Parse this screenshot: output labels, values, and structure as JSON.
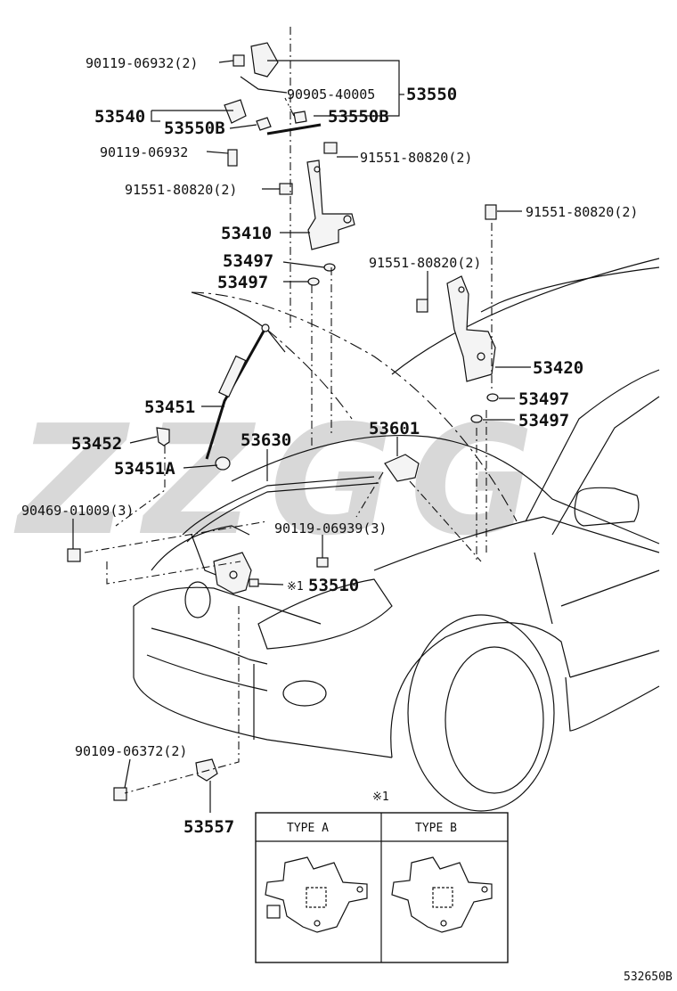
{
  "watermark": "ZZGG",
  "part_labels": {
    "p1": "90119-06932(2)",
    "p2": "90905-40005",
    "p3": "53550",
    "p4": "53540",
    "p5": "53550B",
    "p6": "53550B",
    "p7": "90119-06932",
    "p8": "91551-80820(2)",
    "p9": "91551-80820(2)",
    "p10": "91551-80820(2)",
    "p11": "53410",
    "p12": "53497",
    "p13": "53497",
    "p14": "91551-80820(2)",
    "p15": "53420",
    "p16": "53497",
    "p17": "53497",
    "p18": "53451",
    "p19": "53601",
    "p20": "53630",
    "p21": "53452",
    "p22": "53451A",
    "p23": "90469-01009(3)",
    "p24": "90119-06939(3)",
    "p25": "※1",
    "p26": "53510",
    "p27": "90109-06372(2)",
    "p28": "53557"
  },
  "inset": {
    "marker": "※1",
    "type_a": "TYPE  A",
    "type_b": "TYPE  B"
  },
  "figure_code": "532650B"
}
